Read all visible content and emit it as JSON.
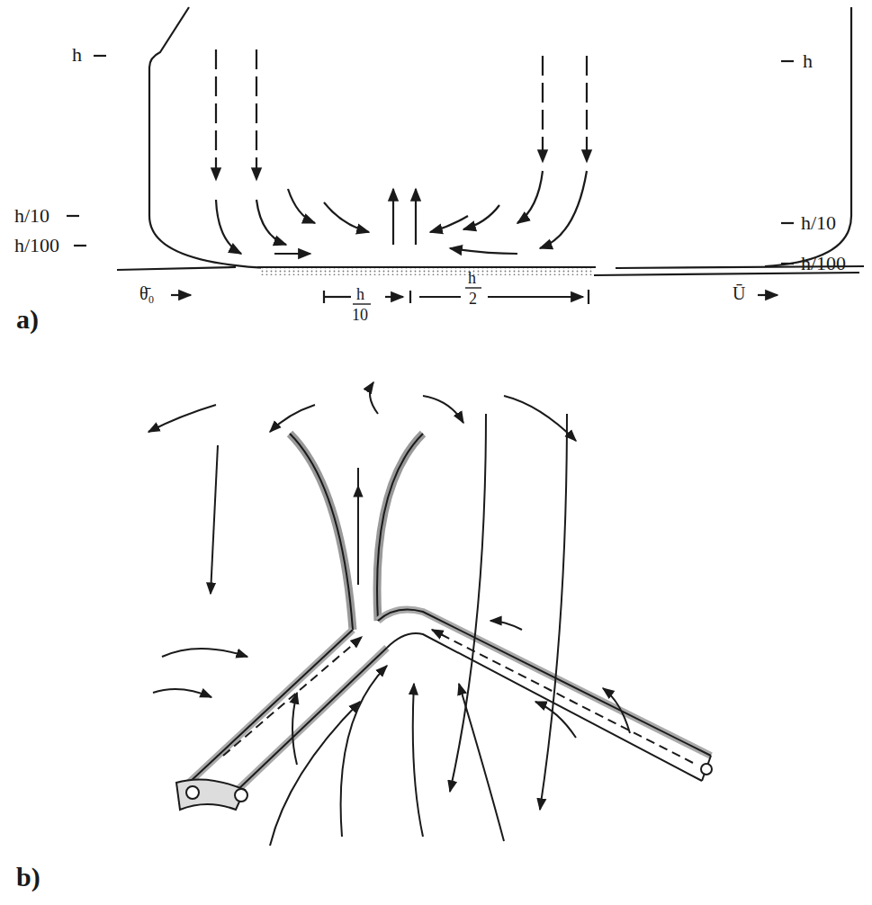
{
  "diagram": {
    "labels": [
      "h",
      "h/10",
      "h/100",
      "θ̄₀",
      "h",
      "h/10",
      "h/100",
      "Ū",
      "a)",
      "h",
      "10",
      "h",
      "2",
      "b)"
    ]
  }
}
